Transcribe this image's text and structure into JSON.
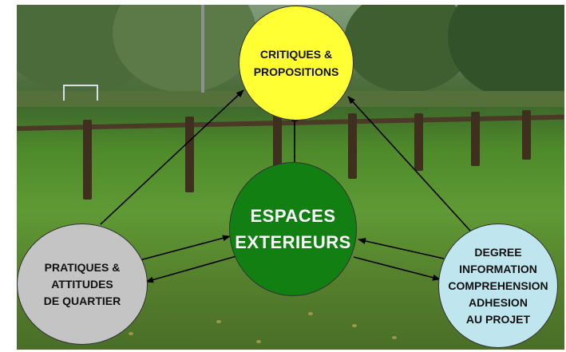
{
  "nodes": {
    "critiques": "CRITIQUES &\nPROPOSITIONS",
    "espaces": "ESPACES\nEXTERIEURS",
    "pratiques": "PRATIQUES &\nATTITUDES\nDE QUARTIER",
    "degree": "DEGREE\nINFORMATION\nCOMPREHENSION\nADHESION\nAU PROJET"
  },
  "colors": {
    "critiques": "#ffff33",
    "espaces": "#127f12",
    "pratiques": "#c4c4c4",
    "degree": "#bfe6ee",
    "arrow": "#000000"
  },
  "relations": [
    {
      "from": "espaces",
      "to": "critiques"
    },
    {
      "from": "pratiques",
      "to": "critiques"
    },
    {
      "from": "degree",
      "to": "critiques"
    },
    {
      "from": "pratiques",
      "to": "espaces"
    },
    {
      "from": "espaces",
      "to": "pratiques"
    },
    {
      "from": "degree",
      "to": "espaces"
    },
    {
      "from": "espaces",
      "to": "degree"
    }
  ]
}
